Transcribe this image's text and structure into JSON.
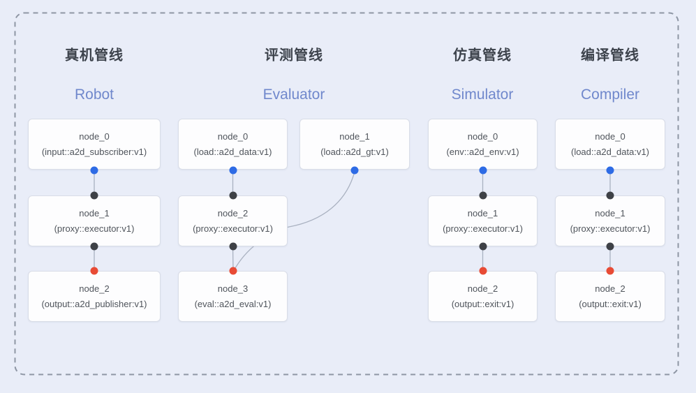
{
  "colors": {
    "bg": "#e9edf8",
    "dash": "#8e96a4",
    "title_cn": "#3d434c",
    "title_en": "#7088cc",
    "box_bg": "#fdfdfe",
    "box_border": "#d9dde7",
    "node_text": "#4f545b",
    "wire": "#a9b1c0",
    "dot_blue": "#2e6be5",
    "dot_black": "#3e4146",
    "dot_red": "#e84b35"
  },
  "pipelines": [
    {
      "id": "robot",
      "title_cn": "真机管线",
      "title_en": "Robot",
      "nodes": [
        {
          "name": "node_0",
          "type": "(input::a2d_subscriber:v1)"
        },
        {
          "name": "node_1",
          "type": "(proxy::executor:v1)"
        },
        {
          "name": "node_2",
          "type": "(output::a2d_publisher:v1)"
        }
      ]
    },
    {
      "id": "evaluator",
      "title_cn": "评测管线",
      "title_en": "Evaluator",
      "nodes": [
        {
          "name": "node_0",
          "type": "(load::a2d_data:v1)"
        },
        {
          "name": "node_1",
          "type": "(load::a2d_gt:v1)"
        },
        {
          "name": "node_2",
          "type": "(proxy::executor:v1)"
        },
        {
          "name": "node_3",
          "type": "(eval::a2d_eval:v1)"
        }
      ]
    },
    {
      "id": "simulator",
      "title_cn": "仿真管线",
      "title_en": "Simulator",
      "nodes": [
        {
          "name": "node_0",
          "type": "(env::a2d_env:v1)"
        },
        {
          "name": "node_1",
          "type": "(proxy::executor:v1)"
        },
        {
          "name": "node_2",
          "type": "(output::exit:v1)"
        }
      ]
    },
    {
      "id": "compiler",
      "title_cn": "编译管线",
      "title_en": "Compiler",
      "nodes": [
        {
          "name": "node_0",
          "type": "(load::a2d_data:v1)"
        },
        {
          "name": "node_1",
          "type": "(proxy::executor:v1)"
        },
        {
          "name": "node_2",
          "type": "(output::exit:v1)"
        }
      ]
    }
  ]
}
